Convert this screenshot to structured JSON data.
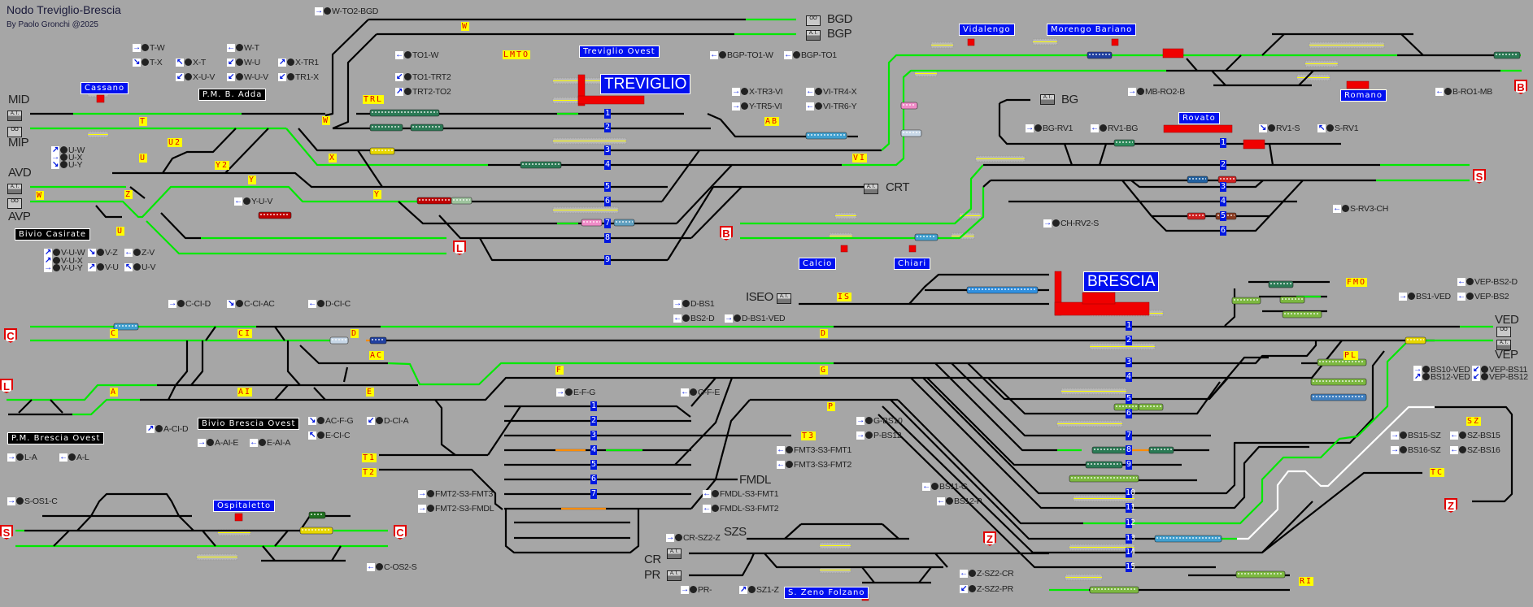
{
  "header": {
    "title": "Nodo Treviglio-Brescia",
    "subtitle": "By Paolo Gronchi @2025"
  },
  "stations": [
    {
      "name": "Cassano",
      "style": "blue"
    },
    {
      "name": "P.M. B. Adda",
      "style": "black"
    },
    {
      "name": "Bivio Casirate",
      "style": "black"
    },
    {
      "name": "Treviglio Ovest",
      "style": "blue"
    },
    {
      "name": "TREVIGLIO",
      "style": "blue-big"
    },
    {
      "name": "Vidalengo",
      "style": "blue"
    },
    {
      "name": "Morengo Bariano",
      "style": "blue"
    },
    {
      "name": "Romano",
      "style": "blue"
    },
    {
      "name": "Rovato",
      "style": "blue"
    },
    {
      "name": "Calcio",
      "style": "blue"
    },
    {
      "name": "Chiari",
      "style": "blue"
    },
    {
      "name": "BRESCIA",
      "style": "blue-big"
    },
    {
      "name": "P.M. Brescia Ovest",
      "style": "black"
    },
    {
      "name": "Bivio Brescia Ovest",
      "style": "black"
    },
    {
      "name": "Ospitaletto",
      "style": "blue"
    },
    {
      "name": "S. Zeno Folzano",
      "style": "blue"
    }
  ],
  "route_buttons": [
    {
      "label": "W-TO2-BGD",
      "arrow": "right"
    },
    {
      "label": "T-W",
      "arrow": "right"
    },
    {
      "label": "T-X",
      "arrow": "down-right"
    },
    {
      "label": "X-T",
      "arrow": "up-left"
    },
    {
      "label": "X-U-V",
      "arrow": "down-left"
    },
    {
      "label": "W-T",
      "arrow": "left"
    },
    {
      "label": "W-U",
      "arrow": "down-left"
    },
    {
      "label": "W-U-V",
      "arrow": "down-left"
    },
    {
      "label": "X-TR1",
      "arrow": "up-right"
    },
    {
      "label": "TR1-X",
      "arrow": "down-left"
    },
    {
      "label": "TO1-W",
      "arrow": "left"
    },
    {
      "label": "TO1-TRT2",
      "arrow": "down-left"
    },
    {
      "label": "TRT2-TO2",
      "arrow": "up-right"
    },
    {
      "label": "U-W",
      "arrow": "up-right"
    },
    {
      "label": "U-X",
      "arrow": "right"
    },
    {
      "label": "U-Y",
      "arrow": "down-right"
    },
    {
      "label": "Y-U-V",
      "arrow": "left"
    },
    {
      "label": "V-U-W",
      "arrow": "up-right"
    },
    {
      "label": "V-U-X",
      "arrow": "up-right"
    },
    {
      "label": "V-U-Y",
      "arrow": "right"
    },
    {
      "label": "V-Z",
      "arrow": "down-right"
    },
    {
      "label": "V-U",
      "arrow": "up-right"
    },
    {
      "label": "Z-V",
      "arrow": "left"
    },
    {
      "label": "U-V",
      "arrow": "up-left"
    },
    {
      "label": "BGP-TO1-W",
      "arrow": "left"
    },
    {
      "label": "BGP-TO1",
      "arrow": "left"
    },
    {
      "label": "X-TR3-VI",
      "arrow": "right"
    },
    {
      "label": "Y-TR5-VI",
      "arrow": "right"
    },
    {
      "label": "VI-TR4-X",
      "arrow": "left"
    },
    {
      "label": "VI-TR6-Y",
      "arrow": "left"
    },
    {
      "label": "MB-RO2-B",
      "arrow": "right"
    },
    {
      "label": "B-RO1-MB",
      "arrow": "left"
    },
    {
      "label": "BG-RV1",
      "arrow": "right"
    },
    {
      "label": "RV1-BG",
      "arrow": "left"
    },
    {
      "label": "RV1-S",
      "arrow": "down-right"
    },
    {
      "label": "S-RV1",
      "arrow": "up-left"
    },
    {
      "label": "S-RV3-CH",
      "arrow": "left"
    },
    {
      "label": "CH-RV2-S",
      "arrow": "right"
    },
    {
      "label": "C-CI-D",
      "arrow": "right"
    },
    {
      "label": "C-CI-AC",
      "arrow": "down-right"
    },
    {
      "label": "D-CI-C",
      "arrow": "left"
    },
    {
      "label": "AC-F-G",
      "arrow": "down-right"
    },
    {
      "label": "D-CI-A",
      "arrow": "down-left"
    },
    {
      "label": "E-CI-C",
      "arrow": "up-left"
    },
    {
      "label": "A-CI-D",
      "arrow": "up-right"
    },
    {
      "label": "A-AI-E",
      "arrow": "right"
    },
    {
      "label": "E-AI-A",
      "arrow": "left"
    },
    {
      "label": "L-A",
      "arrow": "right"
    },
    {
      "label": "A-L",
      "arrow": "left"
    },
    {
      "label": "S-OS1-C",
      "arrow": "right"
    },
    {
      "label": "C-OS2-S",
      "arrow": "left"
    },
    {
      "label": "FMT2-S3-FMT3",
      "arrow": "right"
    },
    {
      "label": "FMT2-S3-FMDL",
      "arrow": "right"
    },
    {
      "label": "D-BS1",
      "arrow": "right"
    },
    {
      "label": "BS2-D",
      "arrow": "left"
    },
    {
      "label": "D-BS1-VED",
      "arrow": "right"
    },
    {
      "label": "E-F-G",
      "arrow": "right"
    },
    {
      "label": "G-F-E",
      "arrow": "left"
    },
    {
      "label": "G-BS10",
      "arrow": "right"
    },
    {
      "label": "P-BS12",
      "arrow": "right"
    },
    {
      "label": "FMT3-S3-FMT1",
      "arrow": "left"
    },
    {
      "label": "FMT3-S3-FMT2",
      "arrow": "left"
    },
    {
      "label": "FMDL-S3-FMT1",
      "arrow": "left"
    },
    {
      "label": "FMDL-S3-FMT2",
      "arrow": "left"
    },
    {
      "label": "BS11-G",
      "arrow": "left"
    },
    {
      "label": "BS12-P",
      "arrow": "left"
    },
    {
      "label": "CR-SZ2-Z",
      "arrow": "right"
    },
    {
      "label": "PR-",
      "arrow": "right"
    },
    {
      "label": "SZ1-Z",
      "arrow": "up-right"
    },
    {
      "label": "Z-SZ2-CR",
      "arrow": "left"
    },
    {
      "label": "Z-SZ2-PR",
      "arrow": "down-left"
    },
    {
      "label": "BS1-VED",
      "arrow": "right"
    },
    {
      "label": "VEP-BS2-D",
      "arrow": "left"
    },
    {
      "label": "VEP-BS2",
      "arrow": "left"
    },
    {
      "label": "BS10-VED",
      "arrow": "right"
    },
    {
      "label": "BS12-VED",
      "arrow": "up-right"
    },
    {
      "label": "VEP-BS11",
      "arrow": "down-left"
    },
    {
      "label": "VEP-BS12",
      "arrow": "down-left"
    },
    {
      "label": "BS15-SZ",
      "arrow": "right"
    },
    {
      "label": "BS16-SZ",
      "arrow": "right"
    },
    {
      "label": "SZ-BS15",
      "arrow": "left"
    },
    {
      "label": "SZ-BS16",
      "arrow": "left"
    }
  ],
  "line_labels": [
    "MID",
    "MIP",
    "AVD",
    "AVP",
    "BGD",
    "BGP",
    "BG",
    "CRT",
    "ISEO",
    "VED",
    "VEP",
    "FMDL",
    "SZS",
    "CR",
    "PR"
  ],
  "yard_labels": [
    "W",
    "LMTO",
    "TRL",
    "W",
    "T",
    "U2",
    "U",
    "Y2",
    "Y",
    "Z",
    "W",
    "U",
    "X",
    "Y",
    "AB",
    "VI",
    "IS",
    "FMO",
    "PL",
    "SZ",
    "TC",
    "RI",
    "C",
    "CI",
    "D",
    "AC",
    "A",
    "AI",
    "E",
    "T1",
    "T2",
    "D",
    "F",
    "G",
    "P",
    "T3"
  ],
  "exit_badges": [
    "B",
    "S",
    "B",
    "L",
    "C",
    "L",
    "S",
    "C",
    "Z",
    "Z"
  ],
  "track_numbers": {
    "treviglio": [
      "1",
      "2",
      "3",
      "4",
      "5",
      "6",
      "7",
      "8",
      "9"
    ],
    "rovato": [
      "1",
      "2",
      "3",
      "4",
      "5",
      "6"
    ],
    "brescia": [
      "1",
      "2",
      "3",
      "4",
      "5",
      "6",
      "7",
      "8",
      "9",
      "10",
      "11",
      "12",
      "13",
      "14",
      "15"
    ],
    "s3": [
      "1",
      "2",
      "3",
      "4",
      "5",
      "6",
      "7"
    ]
  },
  "box_labels": {
    "at": "A.T.",
    "oo": "OO"
  },
  "colors": {
    "background": "#a6a6a6",
    "track": "#000000",
    "route_set": "#00e800",
    "occupied": "#ff8c00",
    "route_white": "#ffffff",
    "station_label": "#0010f0",
    "yard_label_bg": "#ffff00",
    "yard_label_text": "#e00000",
    "badge": "#e00000"
  }
}
